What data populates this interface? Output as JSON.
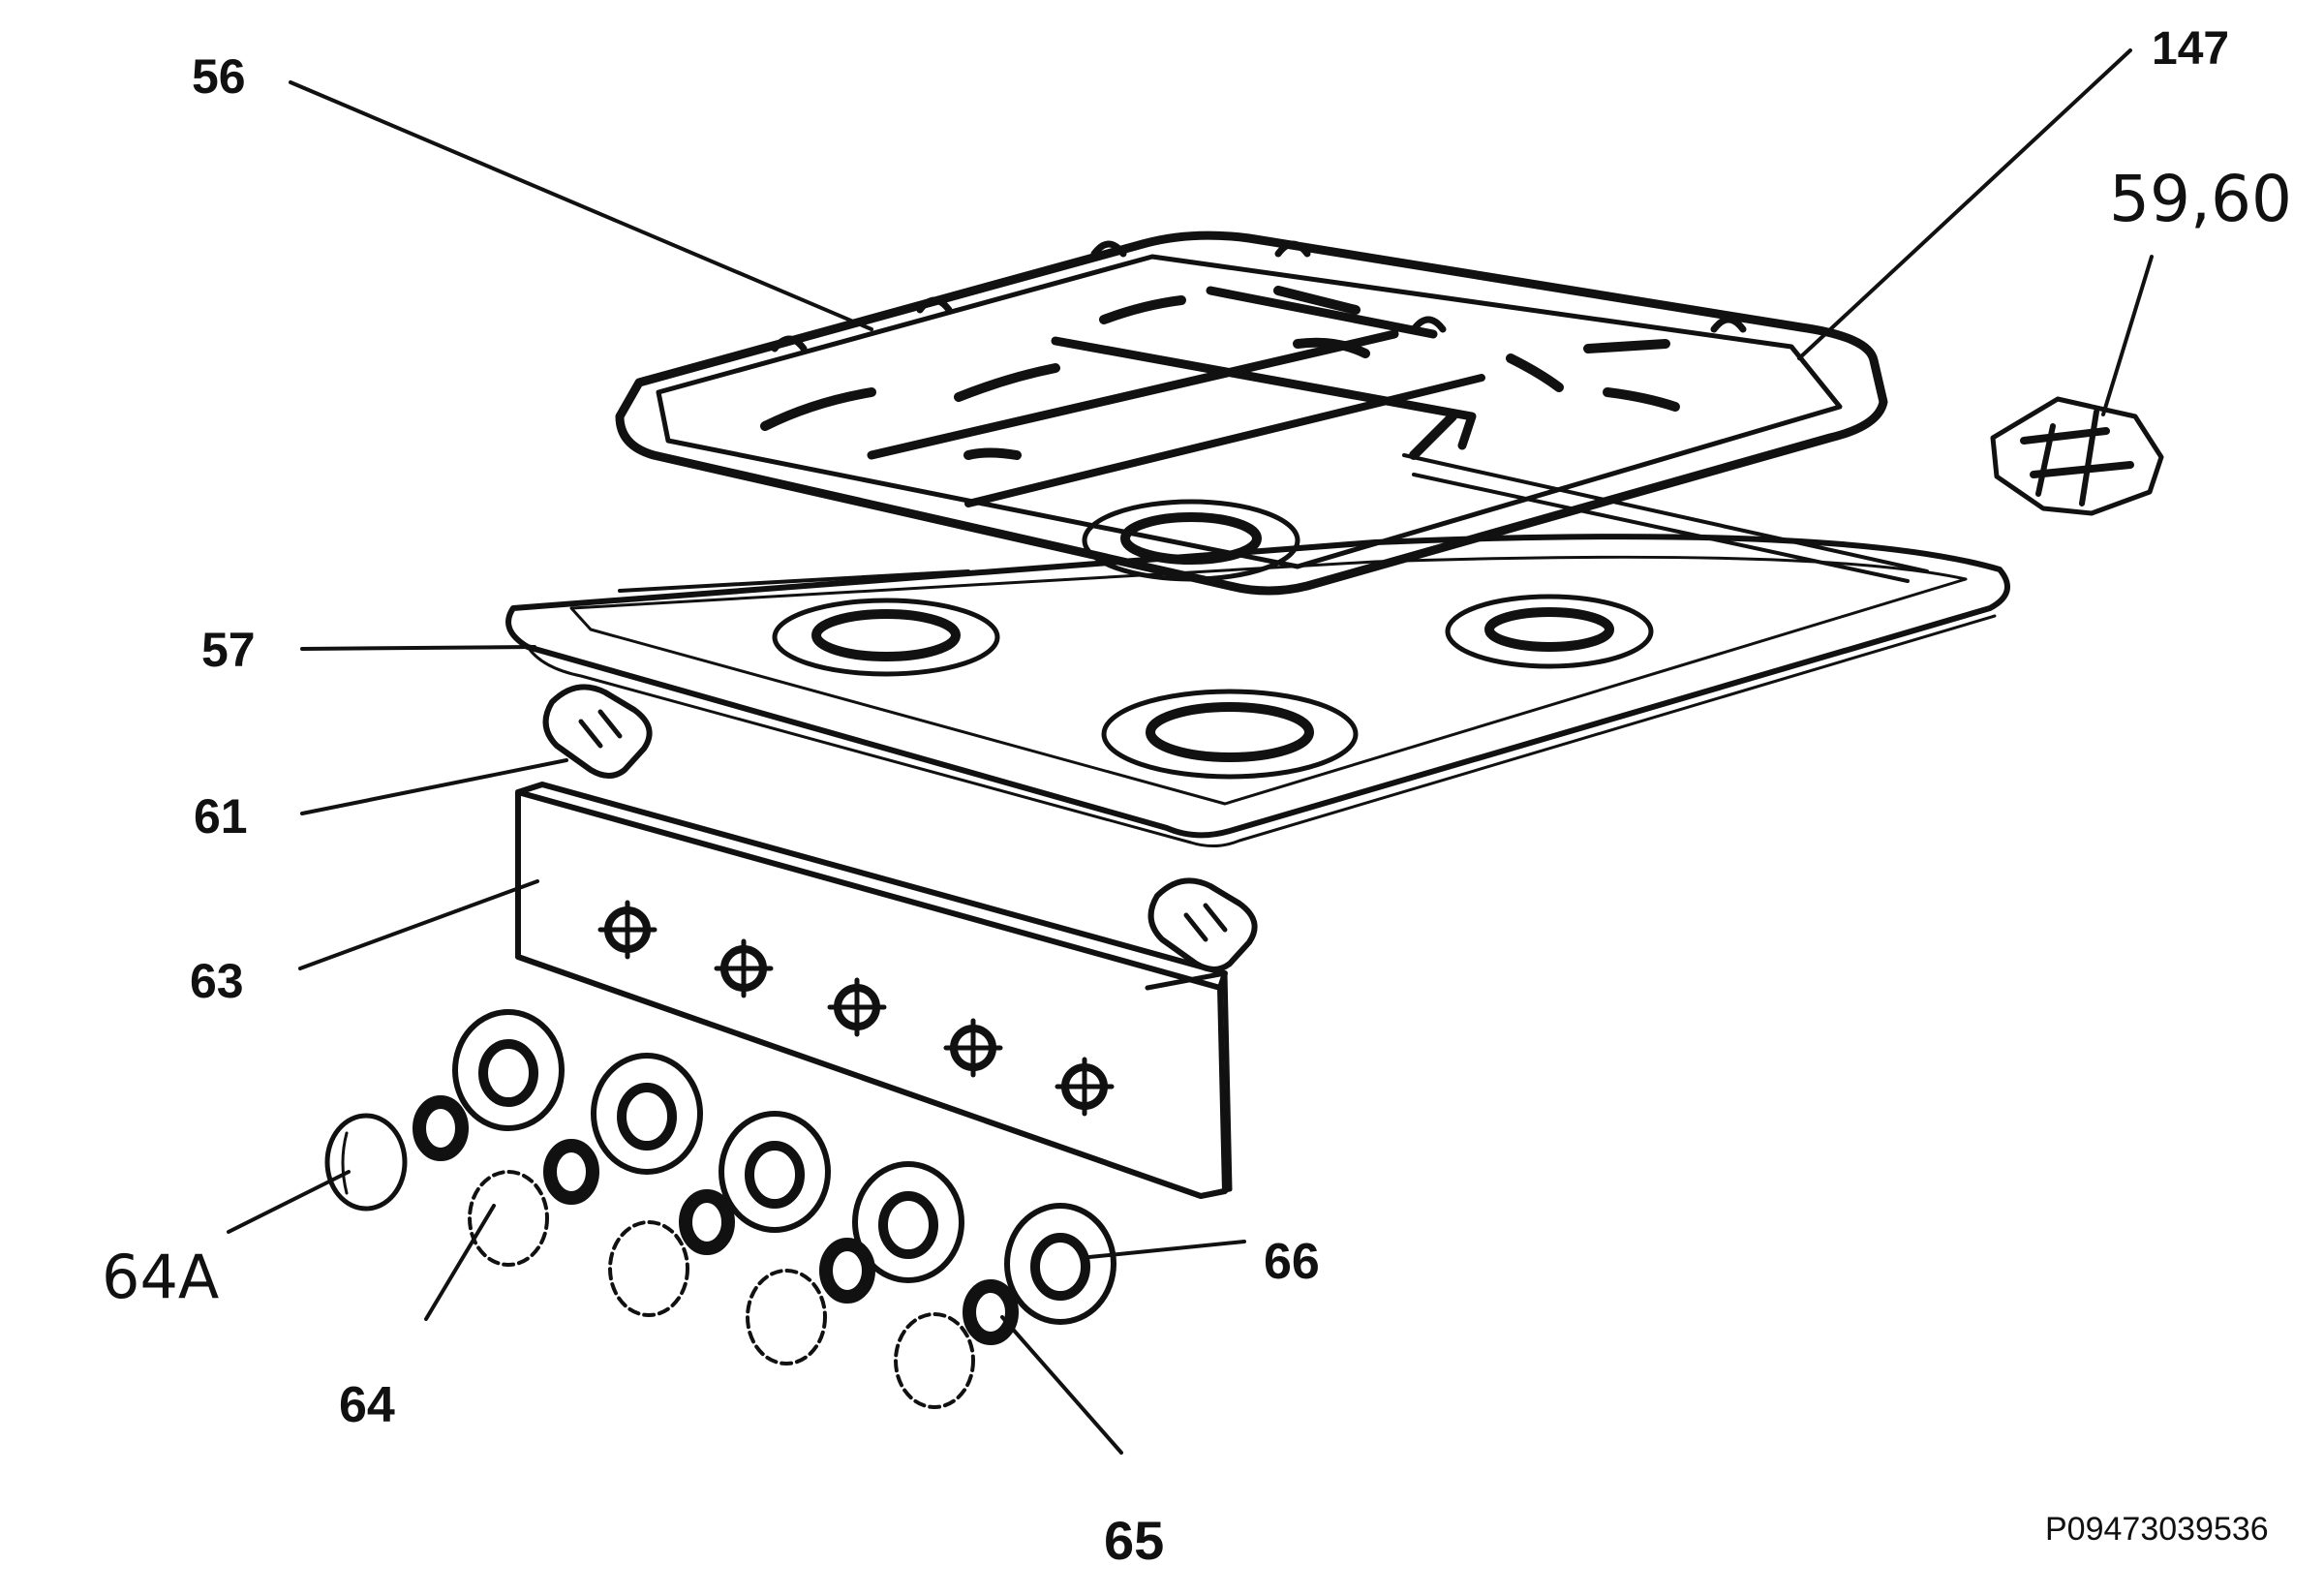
{
  "diagram": {
    "part_labels": {
      "grid_left": "56",
      "grid_right": "147",
      "thermocouple_clip": "59,60",
      "hob_top": "57",
      "ignition_block": "61",
      "control_panel": "63",
      "knob_a": "64A",
      "knob": "64",
      "knob_ring": "65",
      "knob_bezel": "66"
    },
    "drawing_code": "P09473039536"
  }
}
